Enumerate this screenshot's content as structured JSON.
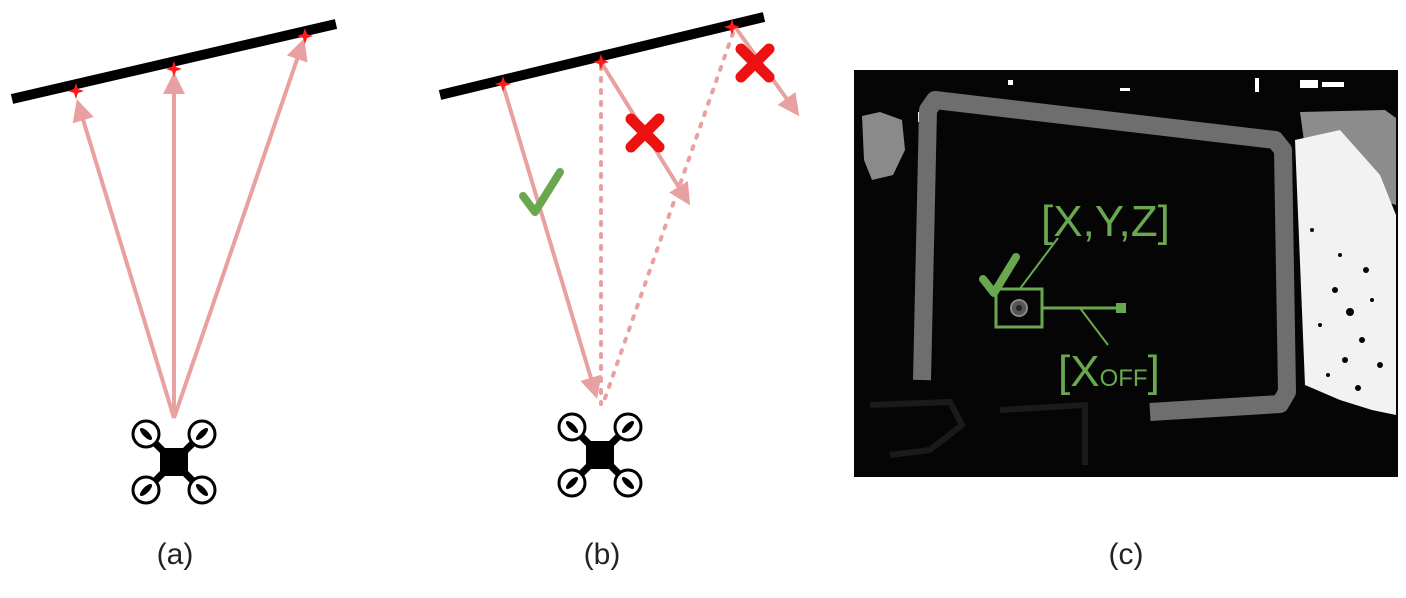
{
  "panels": {
    "a": {
      "caption": "(a)"
    },
    "b": {
      "caption": "(b)"
    },
    "c": {
      "caption": "(c)",
      "point_label": "[X,Y,Z]",
      "offset_label_main": "[X",
      "offset_label_sub": "OFF",
      "offset_label_close": "]"
    }
  },
  "colors": {
    "ray": "#e8a0a0",
    "hit_marker": "#ff1a1a",
    "reject": "#ee1111",
    "accept": "#6aa84f",
    "wall": "#000000",
    "depth_bg": "#050505",
    "depth_frame": "#6e6e6e"
  },
  "icons": {
    "drone": "quadcopter-icon",
    "accept": "checkmark-icon",
    "reject": "cross-icon"
  }
}
